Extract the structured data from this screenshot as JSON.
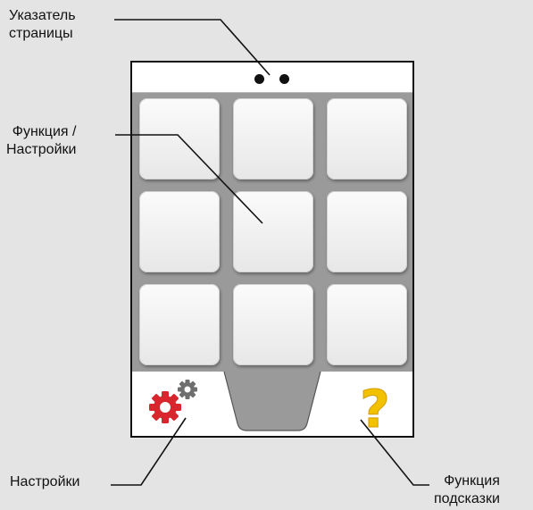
{
  "labels": {
    "page_indicator_line1": "Указатель",
    "page_indicator_line2": "страницы",
    "function_settings_line1": "Функция /",
    "function_settings_line2": "Настройки",
    "settings": "Настройки",
    "help_line1": "Функция",
    "help_line2": "подсказки"
  },
  "page_indicator": {
    "dots": 2
  },
  "grid": {
    "rows": 3,
    "columns": 3
  },
  "icons": {
    "settings": "gears-icon",
    "help": "question-mark-icon"
  },
  "colors": {
    "screen_gray": "#9a9a9a",
    "gear_red": "#d8262e",
    "gear_gray": "#6e6e6e",
    "question_yellow": "#f2c200"
  }
}
